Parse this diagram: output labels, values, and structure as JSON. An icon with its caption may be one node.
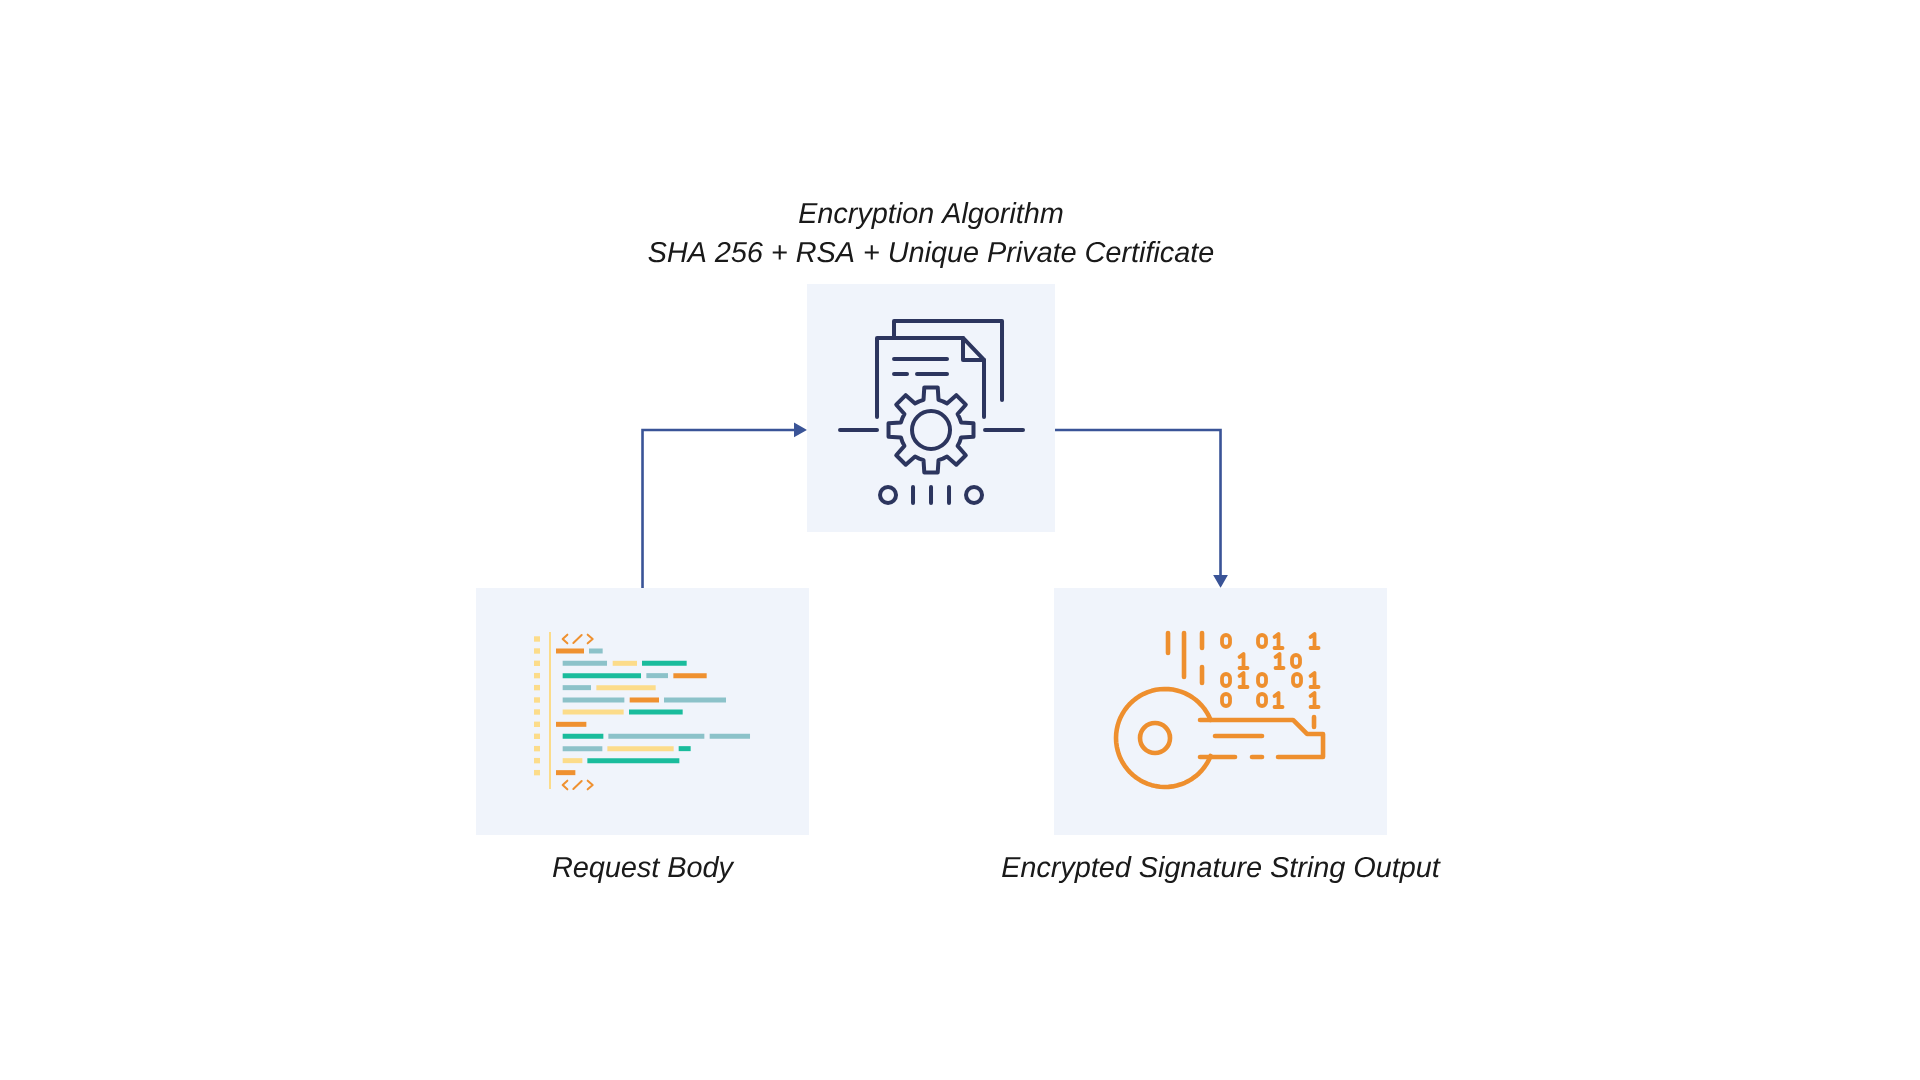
{
  "diagram": {
    "nodes": [
      {
        "text": [
          "Encryption Algorithm",
          "SHA 256 + RSA + Unique Private Certificate"
        ]
      },
      {
        "text": [
          "Request Body"
        ]
      },
      {
        "text": [
          "Encrypted Signature String Output"
        ]
      }
    ],
    "edges": [
      {
        "from": 1,
        "to": 0,
        "arrow": "to"
      },
      {
        "from": 0,
        "to": 2,
        "arrow": "to"
      }
    ]
  }
}
